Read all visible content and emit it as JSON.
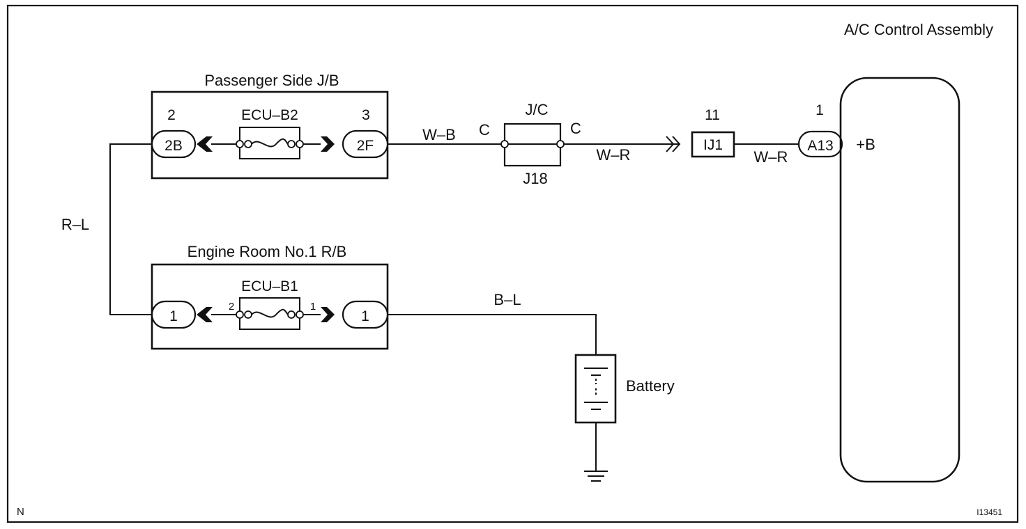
{
  "diagram": {
    "title": "A/C Control Assembly",
    "corner_label": "N",
    "figure_id": "I13451",
    "passenger_jb": {
      "label": "Passenger Side J/B",
      "fuse": "ECU–B2",
      "left_pin": "2",
      "left_connector": "2B",
      "right_pin": "3",
      "right_connector": "2F"
    },
    "engine_rb": {
      "label": "Engine Room No.1 R/B",
      "fuse": "ECU–B1",
      "left_connector": "1",
      "right_connector": "1",
      "fuse_pin_left": "2",
      "fuse_pin_right": "1"
    },
    "junction": {
      "top_label": "J/C",
      "bottom_label": "J18",
      "left_pin": "C",
      "right_pin": "C"
    },
    "wires": {
      "jb_to_jc": "W–B",
      "jc_to_ij1": "W–R",
      "ij1_to_a13": "W–R",
      "jb_to_rb": "R–L",
      "rb_to_battery": "B–L"
    },
    "ij1": {
      "pin": "11",
      "label": "IJ1"
    },
    "a13": {
      "pin": "1",
      "label": "A13",
      "terminal": "+B"
    },
    "battery": {
      "label": "Battery"
    }
  }
}
